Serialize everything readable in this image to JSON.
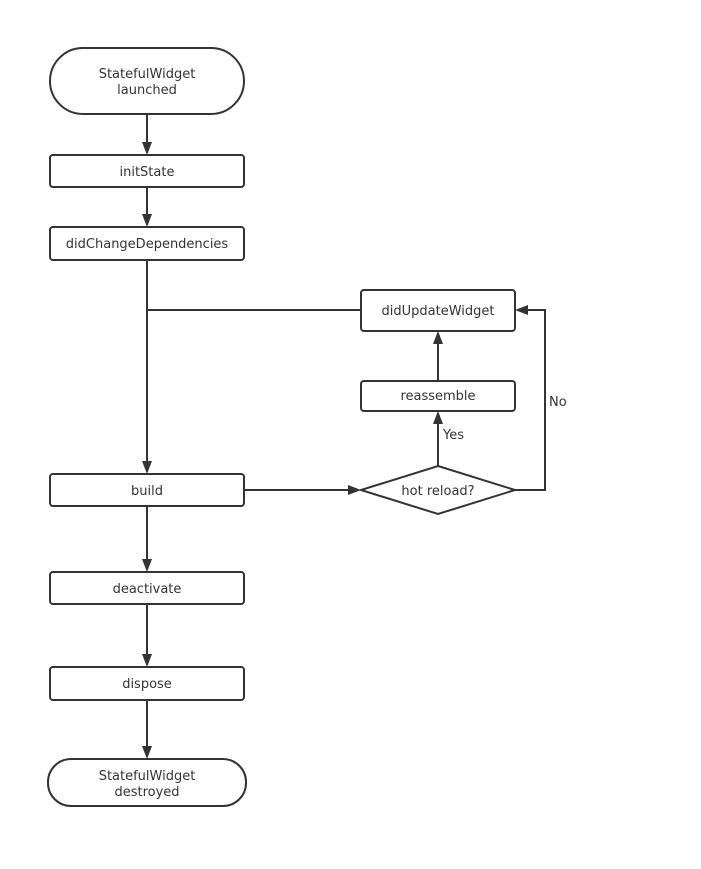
{
  "nodes": {
    "launched": {
      "line1": "StatefulWidget",
      "line2": "launched"
    },
    "init_state": {
      "label": "initState"
    },
    "did_change_dependencies": {
      "label": "didChangeDependencies"
    },
    "did_update_widget": {
      "label": "didUpdateWidget"
    },
    "reassemble": {
      "label": "reassemble"
    },
    "build": {
      "label": "build"
    },
    "hot_reload": {
      "label": "hot reload?"
    },
    "deactivate": {
      "label": "deactivate"
    },
    "dispose": {
      "label": "dispose"
    },
    "destroyed": {
      "line1": "StatefulWidget",
      "line2": "destroyed"
    }
  },
  "edge_labels": {
    "yes": "Yes",
    "no": "No"
  }
}
